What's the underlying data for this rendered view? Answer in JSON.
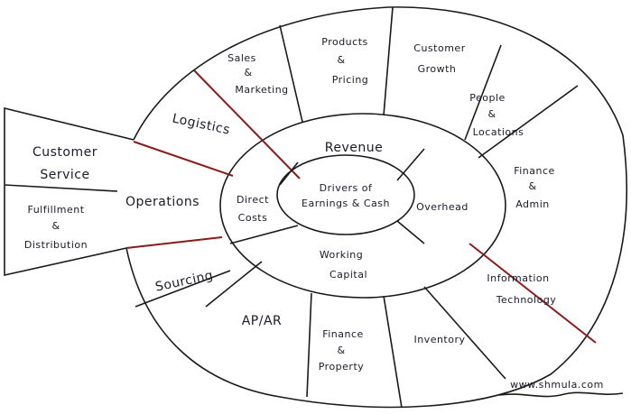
{
  "center": {
    "line1": "Drivers of",
    "line2": "Earnings & Cash"
  },
  "middle_ring": {
    "revenue": "Revenue",
    "overhead": "Overhead",
    "working_capital_1": "Working",
    "working_capital_2": "Capital",
    "direct_costs_1": "Direct",
    "direct_costs_2": "Costs"
  },
  "outer_ring": {
    "sales_1": "Sales",
    "sales_2": "&",
    "sales_3": "Marketing",
    "products_1": "Products",
    "products_2": "&",
    "products_3": "Pricing",
    "customer_growth_1": "Customer",
    "customer_growth_2": "Growth",
    "people_1": "People",
    "people_2": "&",
    "people_3": "Locations",
    "finance_admin_1": "Finance",
    "finance_admin_2": "&",
    "finance_admin_3": "Admin",
    "it_1": "Information",
    "it_2": "Technology",
    "inventory": "Inventory",
    "finance_property_1": "Finance",
    "finance_property_2": "&",
    "finance_property_3": "Property",
    "ap_ar": "AP/AR",
    "sourcing": "Sourcing",
    "operations": "Operations",
    "logistics": "Logistics"
  },
  "side_box": {
    "customer_service_1": "Customer",
    "customer_service_2": "Service",
    "fulfillment_1": "Fulfillment",
    "fulfillment_2": "&",
    "fulfillment_3": "Distribution"
  },
  "footer": {
    "url": "www.shmula.com"
  },
  "colors": {
    "ink": "#1a1a1a",
    "accent": "#8b1a1a"
  }
}
